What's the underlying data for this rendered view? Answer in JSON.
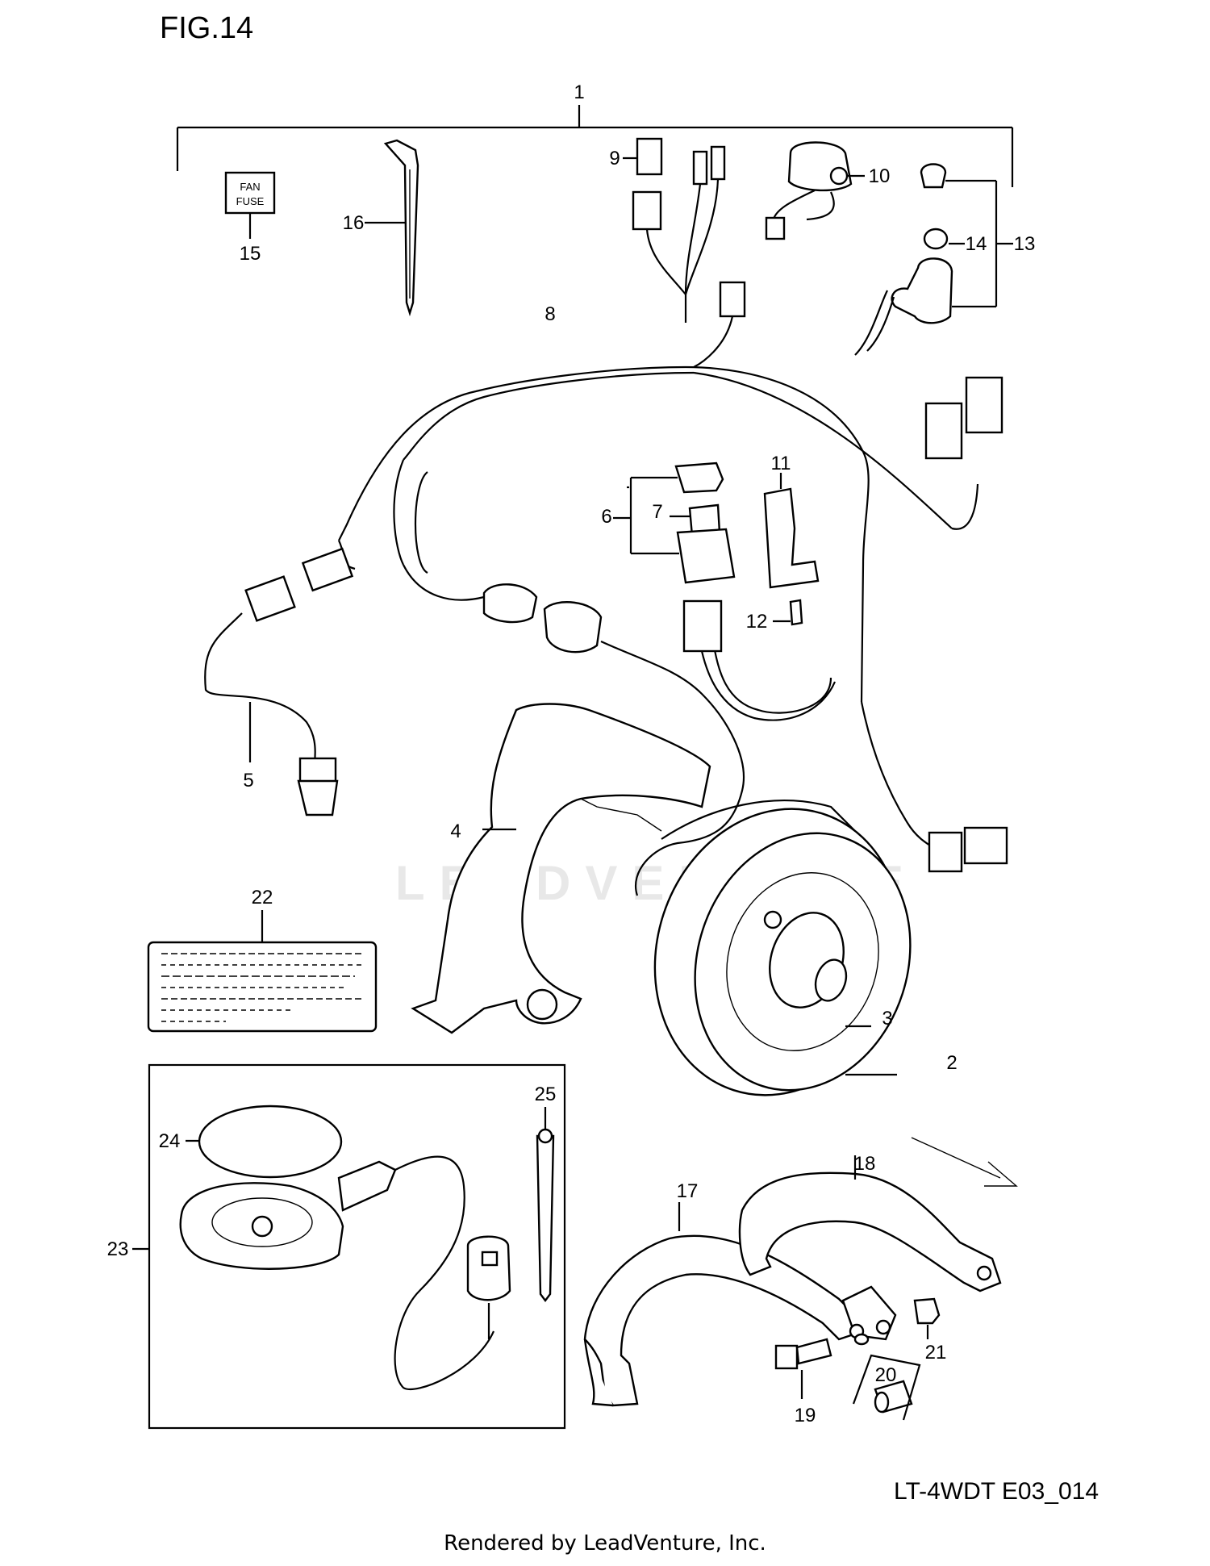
{
  "figure_title": "FIG.14",
  "diagram_code": "LT-4WDT E03_014",
  "footer": "Rendered by LeadVenture, Inc.",
  "watermark": "LEADVENTURE",
  "fuse_label": {
    "line1": "FAN",
    "line2": "FUSE"
  },
  "callouts": [
    "1",
    "2",
    "3",
    "4",
    "5",
    "6",
    "7",
    "8",
    "9",
    "10",
    "11",
    "12",
    "13",
    "14",
    "15",
    "16",
    "17",
    "18",
    "19",
    "20",
    "21",
    "22",
    "23",
    "24",
    "25"
  ]
}
